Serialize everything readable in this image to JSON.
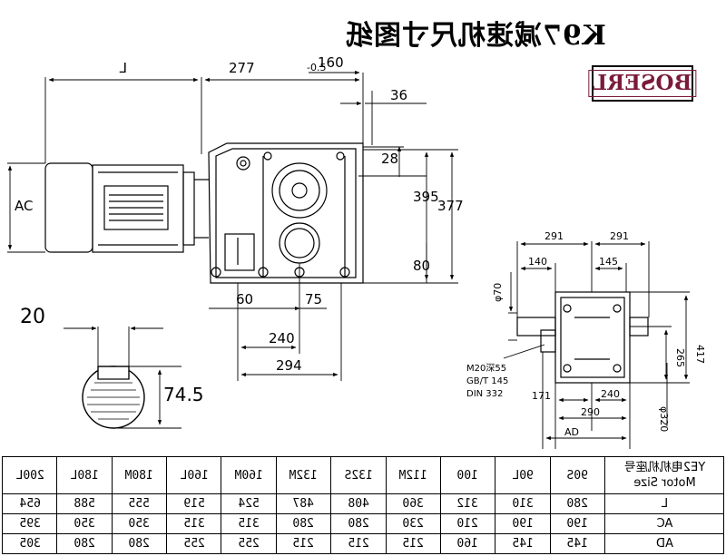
{
  "title": "K97减速机尺寸图纸",
  "brand": "BOSERL",
  "dims": {
    "L": "L",
    "d277": "277",
    "d160": "160",
    "d160_tol": "-0.5",
    "d36": "36",
    "d28": "28",
    "d395": "395",
    "d377": "377",
    "d80": "80",
    "d60": "60",
    "d75": "75",
    "d240": "240",
    "d294": "294",
    "AC": "AC",
    "d20": "20",
    "d74_5": "74.5",
    "r291a": "291",
    "r291b": "291",
    "r140": "140",
    "r145": "145",
    "r070": "φ70",
    "r417": "417",
    "r265": "265",
    "r240": "240",
    "r171": "171",
    "r290": "290",
    "r320": "φ320",
    "rAD": "AD",
    "thread1": "M20深55",
    "thread2": "GB/T 145",
    "thread3": "DIN 332"
  },
  "table": {
    "header_label": "YE2电机机座号\nMotor Size",
    "sizes": [
      "90S",
      "90L",
      "100",
      "112M",
      "132S",
      "132M",
      "160M",
      "160L",
      "180M",
      "180L",
      "200L"
    ],
    "rows": [
      {
        "label": "L",
        "values": [
          "280",
          "310",
          "312",
          "360",
          "408",
          "487",
          "524",
          "519",
          "555",
          "588",
          "654"
        ]
      },
      {
        "label": "AC",
        "values": [
          "190",
          "190",
          "210",
          "230",
          "280",
          "280",
          "315",
          "315",
          "350",
          "350",
          "395"
        ]
      },
      {
        "label": "AD",
        "values": [
          "145",
          "145",
          "160",
          "215",
          "215",
          "215",
          "255",
          "255",
          "280",
          "280",
          "305"
        ]
      }
    ]
  }
}
